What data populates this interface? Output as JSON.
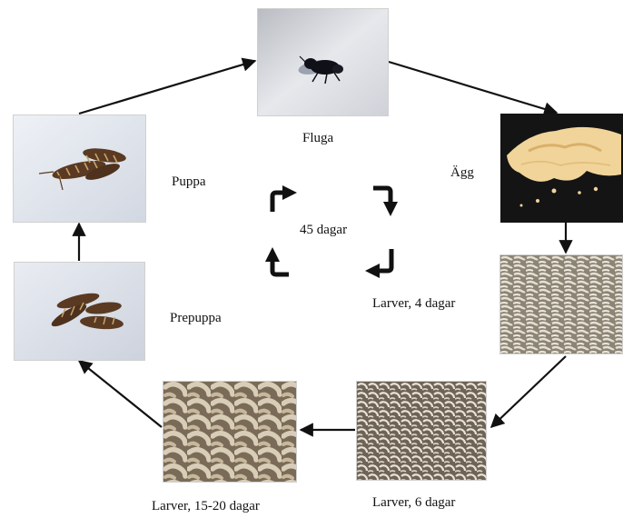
{
  "stages": {
    "fluga": "Fluga",
    "agg": "Ägg",
    "larver4": "Larver, 4 dagar",
    "larver6": "Larver, 6 dagar",
    "larver1520": "Larver, 15-20 dagar",
    "prepuppa": "Prepuppa",
    "puppa": "Puppa"
  },
  "cycle": {
    "duration": "45 dagar"
  },
  "colors": {
    "arrow": "#111111",
    "egg_bg": "#141414",
    "egg": "#f1d49a",
    "larva_light": "#e4e0d6",
    "larva_dark": "#8c8474",
    "pupa_brown": "#5a3a22",
    "pupa_stripe": "#c8a46a",
    "fly": "#101018",
    "photo_light": "#dfe3ea"
  },
  "icons": [
    "curved-arrow-icon",
    "fly-icon",
    "egg-cluster-icon",
    "larvae-icon",
    "pupa-icon"
  ]
}
